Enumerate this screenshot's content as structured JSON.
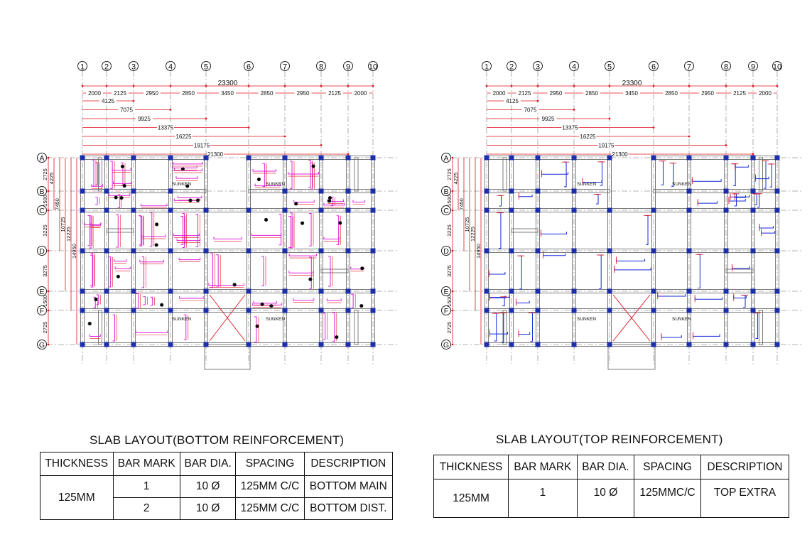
{
  "grid": {
    "column_labels": [
      "1",
      "2",
      "3",
      "4",
      "5",
      "6",
      "7",
      "8",
      "9",
      "10"
    ],
    "row_labels": [
      "A",
      "B",
      "C",
      "D",
      "E",
      "F",
      "G"
    ],
    "total_dim": "23300",
    "spans": [
      "2000",
      "2125",
      "2950",
      "2850",
      "3450",
      "2850",
      "2950",
      "2125",
      "2000"
    ],
    "cumulative": [
      "4125",
      "7075",
      "9925",
      "13375",
      "16225",
      "19175",
      "21300"
    ],
    "row_spans": [
      "2725",
      "1500",
      "3225",
      "3275",
      "1500",
      "2725"
    ],
    "row_cumulative": [
      "4225",
      "7450",
      "10725",
      "12225",
      "14950"
    ]
  },
  "sunken_label": "SUNKEN",
  "plans": [
    {
      "title": "SLAB LAYOUT(BOTTOM REINFORCEMENT)",
      "headers": [
        "THICKNESS",
        "BAR MARK",
        "BAR DIA.",
        "SPACING",
        "DESCRIPTION"
      ],
      "thickness": "125MM",
      "rows": [
        {
          "mark": "1",
          "dia": "10 Ø",
          "spacing": "125MM C/C",
          "description": "BOTTOM MAIN"
        },
        {
          "mark": "2",
          "dia": "10 Ø",
          "spacing": "125MM C/C",
          "description": "BOTTOM DIST."
        }
      ]
    },
    {
      "title": "SLAB LAYOUT(TOP REINFORCEMENT)",
      "headers": [
        "THICKNESS",
        "BAR MARK",
        "BAR DIA.",
        "SPACING",
        "DESCRIPTION"
      ],
      "thickness": "125MM",
      "rows": [
        {
          "mark": "1",
          "dia": "10 Ø",
          "spacing": "125MMC/C",
          "description": "TOP EXTRA"
        }
      ]
    }
  ],
  "colors": {
    "grid_line": "#9a9a9a",
    "dimension": "#e0141e",
    "beam": "#6f6f6f",
    "column": "#1c2fa8",
    "bottom_bar": "#e020d8",
    "top_bar": "#1428d8",
    "cross": "#e0141e"
  }
}
